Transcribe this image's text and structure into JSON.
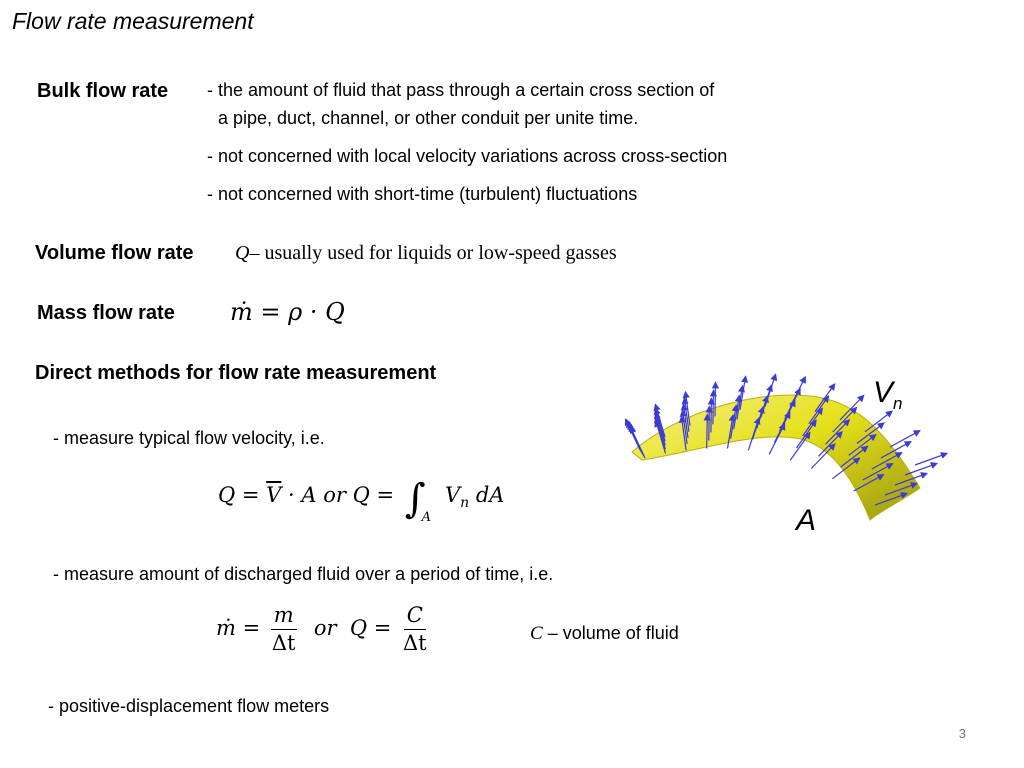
{
  "slide": {
    "title": "Flow rate measurement",
    "page_number": "3"
  },
  "bulk": {
    "label": "Bulk flow rate",
    "line1": "- the amount of fluid that pass through a certain cross section of",
    "line2": "a pipe, duct, channel, or other conduit per unite time.",
    "line3": "- not concerned with local velocity variations across cross-section",
    "line4": "- not concerned with short-time (turbulent) fluctuations"
  },
  "volume": {
    "label": "Volume flow rate",
    "symbol": "Q",
    "desc": "– usually used for liquids or low-speed gasses"
  },
  "mass": {
    "label": "Mass flow rate",
    "formula": "ṁ = ρ · Q"
  },
  "direct": {
    "heading": "Direct methods for flow rate measurement",
    "item1": "- measure typical flow velocity, i.e.",
    "formula1": {
      "part1": "Q = ",
      "vbar": "V",
      "part2": " · A  or  Q = ",
      "integral": "∫",
      "subscript": "A",
      "vn": "V",
      "vn_sub": "n",
      "dA": " dA"
    },
    "item2": "- measure amount of discharged fluid over a period of time, i.e.",
    "formula2": {
      "mdot": "ṁ = ",
      "num1": "m",
      "den1": "Δt",
      "or": "  or  Q = ",
      "num2": "C",
      "den2": "Δt"
    },
    "c_symbol": "C",
    "c_desc": " – volume of fluid",
    "item3": "- positive-displacement flow meters"
  },
  "figure": {
    "vn_label": "V",
    "vn_sub": "n",
    "a_label": "A",
    "surface_color": "#e6e01a",
    "arrow_color": "#3b3bd6"
  }
}
